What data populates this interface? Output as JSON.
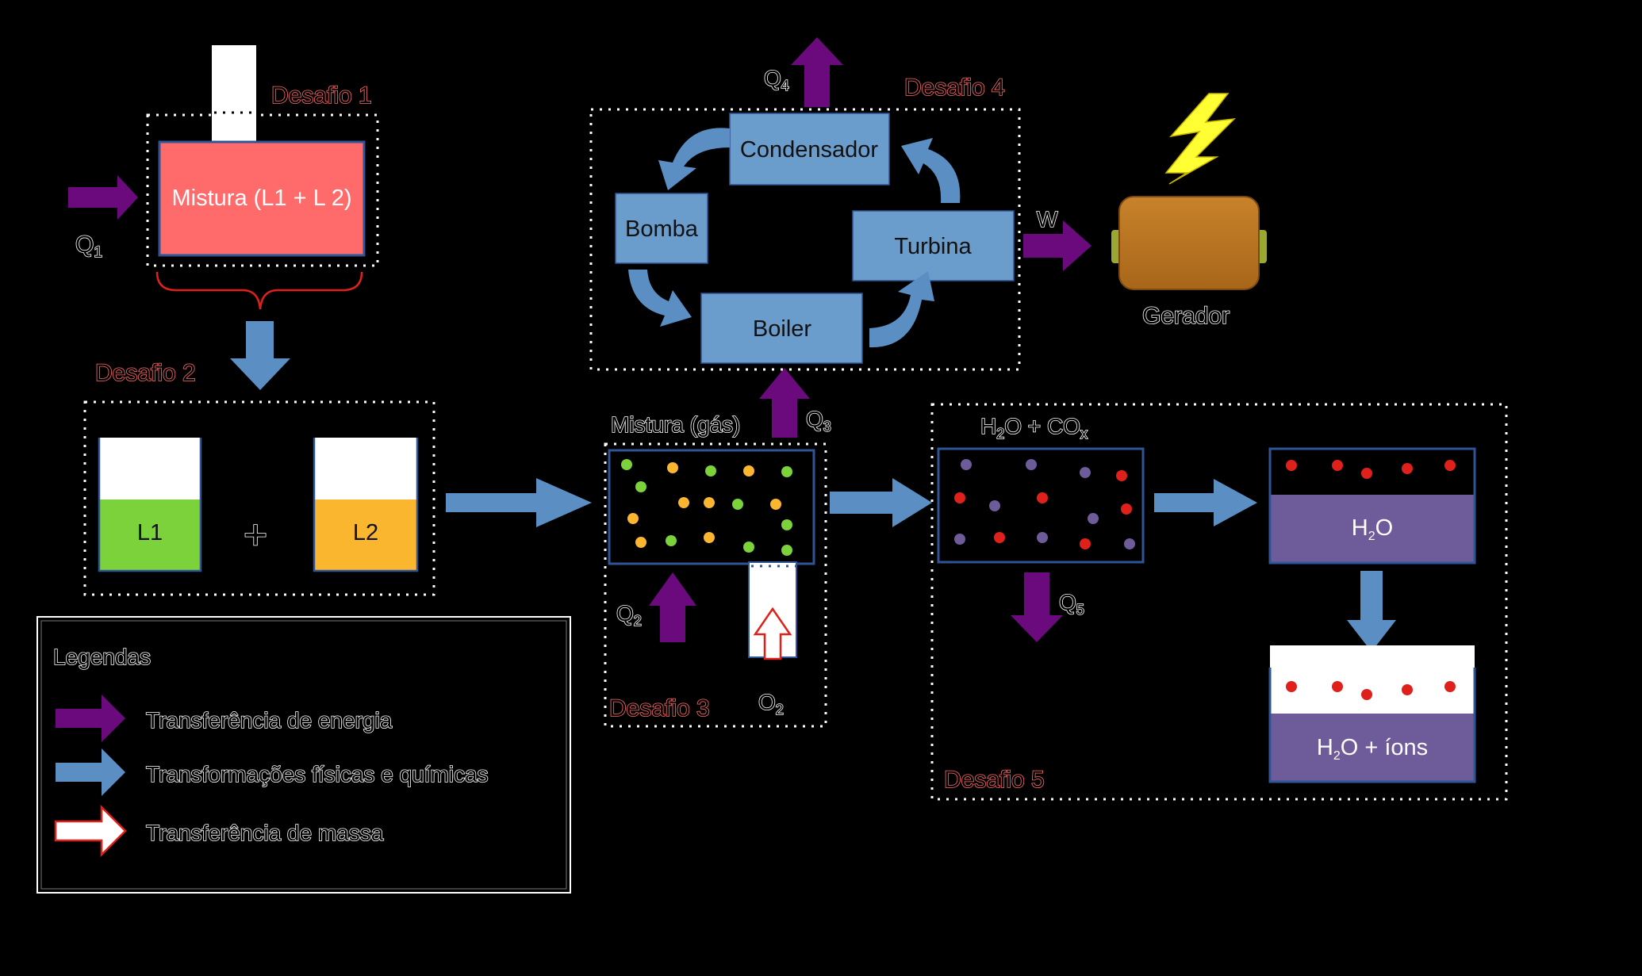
{
  "challenges": {
    "d1": "Desafio 1",
    "d2": "Desafio 2",
    "d3": "Desafio 3",
    "d4": "Desafio 4",
    "d5": "Desafio 5"
  },
  "boxes": {
    "mixture": "Mistura (L1 + L 2)",
    "l1": "L1",
    "l2": "L2",
    "plus": "+",
    "gas_mixture": "Mistura (gás)",
    "condensador": "Condensador",
    "bomba": "Bomba",
    "turbina": "Turbina",
    "boiler": "Boiler",
    "gerador": "Gerador",
    "products_base": "H",
    "products_sub1": "2",
    "products_mid": "O + CO",
    "products_sub2": "x",
    "water_base": "H",
    "water_sub": "2",
    "water_tail": "O",
    "ions_base": "H",
    "ions_sub": "2",
    "ions_tail": "O + íons"
  },
  "labels": {
    "q1": "Q",
    "q1_sub": "1",
    "q2": "Q",
    "q2_sub": "2",
    "q3": "Q",
    "q3_sub": "3",
    "q4": "Q",
    "q4_sub": "4",
    "q5": "Q",
    "q5_sub": "5",
    "o2": "O",
    "o2_sub": "2",
    "w": "W"
  },
  "legend": {
    "title": "Legendas",
    "items": [
      {
        "label": "Transferência de energia",
        "kind": "purple-arrow"
      },
      {
        "label": "Transformações físicas e químicas",
        "kind": "blue-arrow"
      },
      {
        "label": "Transferência de massa",
        "kind": "red-outline-arrow"
      }
    ]
  },
  "colors": {
    "energy": "#6b0a7d",
    "transform": "#5b8fc4",
    "mass": "#e0201b",
    "mixture": "#ff6b6b",
    "l1": "#7cd23a",
    "l2": "#fbb630",
    "cycle_box": "#6a9ccc",
    "water": "#6e5c9a",
    "generator": "#b87620",
    "lightning": "#ffff33",
    "challenge_label": "#ff6b6b"
  }
}
